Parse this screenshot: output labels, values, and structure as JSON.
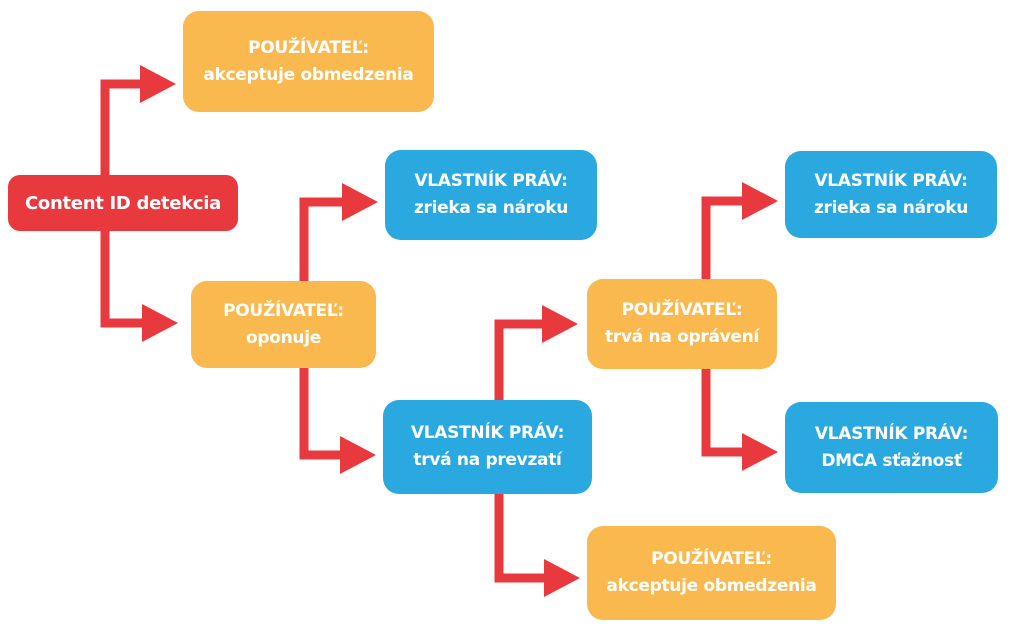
{
  "colors": {
    "user": "#f9b94f",
    "owner": "#29a9e0",
    "root": "#e8393f",
    "arrow": "#e8393f"
  },
  "nodes": {
    "root": {
      "line1": "Content ID detekcia"
    },
    "user_accepts_1": {
      "line1": "POUŽÍVATEĽ:",
      "line2": "akceptuje obmedzenia"
    },
    "user_disputes": {
      "line1": "POUŽÍVATEĽ:",
      "line2": "oponuje"
    },
    "owner_releases_1": {
      "line1": "VLASTNÍK PRÁV:",
      "line2": "zrieka sa nároku"
    },
    "owner_upholds": {
      "line1": "VLASTNÍK PRÁV:",
      "line2": "trvá na prevzatí"
    },
    "user_appeals": {
      "line1": "POUŽÍVATEĽ:",
      "line2": "trvá na oprávení"
    },
    "owner_releases_2": {
      "line1": "VLASTNÍK PRÁV:",
      "line2": "zrieka sa nároku"
    },
    "owner_dmca": {
      "line1": "VLASTNÍK PRÁV:",
      "line2": "DMCA sťažnosť"
    },
    "user_accepts_2": {
      "line1": "POUŽÍVATEĽ:",
      "line2": "akceptuje obmedzenia"
    }
  }
}
